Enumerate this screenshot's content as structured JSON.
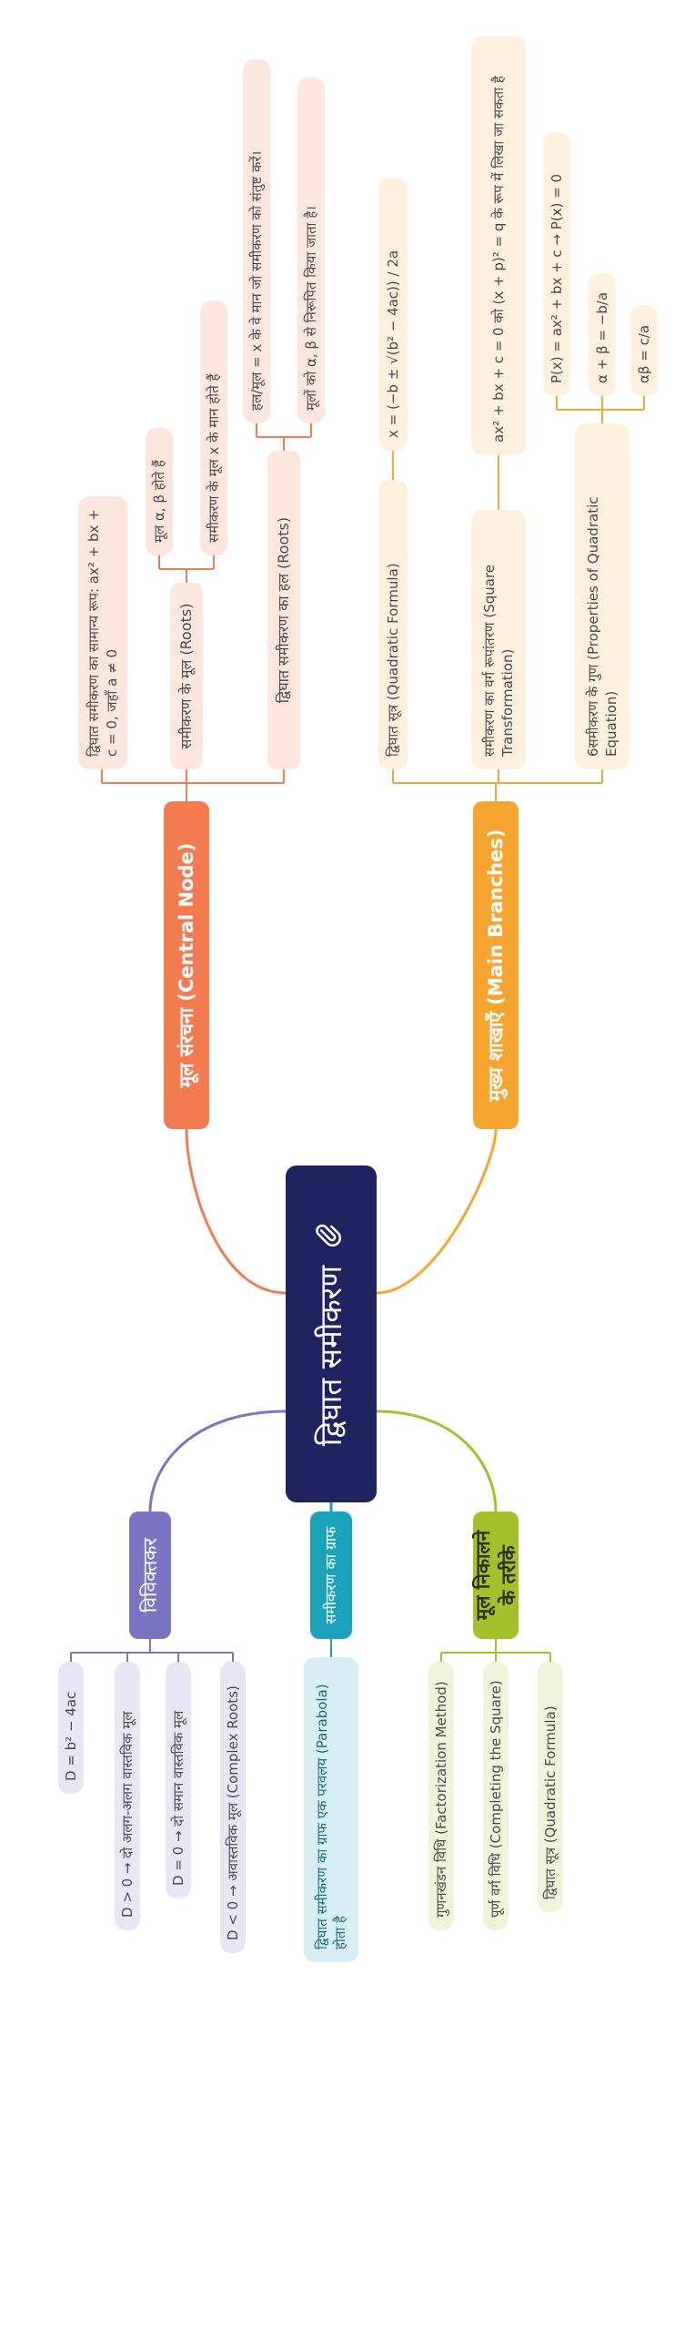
{
  "central": {
    "title": "द्विघात समीकरण",
    "icon": "paperclip-icon"
  },
  "colors": {
    "central": "#1f2460",
    "orange": "#f47a4f",
    "orange_light": "#fde6de",
    "amber": "#f6a531",
    "amber_light": "#fdf0dd",
    "purple": "#7b74c2",
    "purple_light": "#e8e6f5",
    "teal": "#1aa3bb",
    "teal_light": "#d6eef4",
    "green": "#a4c12c",
    "green_light": "#eff4d8"
  },
  "branches": {
    "mool_sanrachna": {
      "label": "मूल संरचना (Central Node)",
      "children": {
        "general_form": "द्विघात समीकरण का सामान्य रूप: ax² + bx + c = 0, जहाँ a ≠ 0",
        "roots": {
          "label": "समीकरण के मूल (Roots)",
          "children": {
            "alpha_beta": "मूल α, β होते हैं",
            "root_values": "समीकरण के मूल x के मान होते हैं"
          }
        },
        "solution": {
          "label": "द्विघात समीकरण का हल (Roots)",
          "children": {
            "satisfy": "हल/मूल = x के वे मान जो समीकरण को संतुष्ट करें।",
            "determined": "मूलों को α, β से निरूपित किया जाता है।"
          }
        }
      }
    },
    "mukhya_shakhayen": {
      "label": "मुख्य शाखाएँ (Main Branches)",
      "children": {
        "formula": {
          "label": "द्विघात सूत्र (Quadratic Formula)",
          "children": {
            "formula_expr": "x = (−b ± √(b² − 4ac)) / 2a"
          }
        },
        "square": {
          "label": "समीकरण का वर्ग रूपांतरण (Square Transformation)",
          "children": {
            "square_expr": "ax² + bx + c = 0 को (x + p)² = q के रूप में लिखा जा सकता है"
          }
        },
        "properties": {
          "label": "6समीकरण के गुण (Properties of Quadratic Equation)",
          "children": {
            "px": "P(x) = ax² + bx + c → P(x) = 0",
            "sum": "α + β = −b/a",
            "product": "αβ = c/a"
          }
        }
      }
    },
    "vivechak": {
      "label": "विविक्तकर",
      "children": {
        "d": "D = b² − 4ac",
        "d_pos": "D > 0 → दो अलग-अलग वास्तविक मूल",
        "d_zero": "D = 0 → दो समान वास्तविक मूल",
        "d_neg": "D < 0 → अवास्तविक मूल (Complex Roots)"
      }
    },
    "graph": {
      "label": "समीकरण का ग्राफ",
      "children": {
        "parabola": "द्विघात समीकरण का ग्राफ एक परवलय (Parabola) होता है"
      }
    },
    "methods": {
      "label": "मूल निकालने के तरीके",
      "children": {
        "factor": "गुणनखंडन विधि (Factorization Method)",
        "complete": "पूर्ण वर्ग विधि (Completing the Square)",
        "quad": "द्विघात सूत्र (Quadratic Formula)"
      }
    }
  }
}
